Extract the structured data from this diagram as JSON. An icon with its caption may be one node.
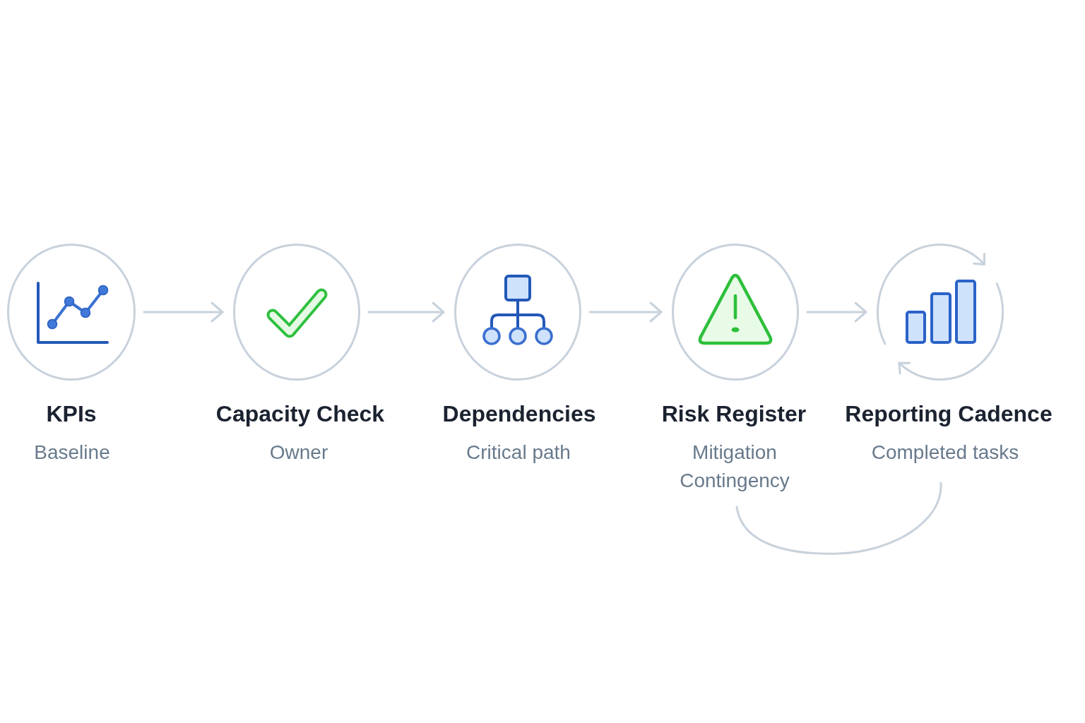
{
  "diagram": {
    "nodes": [
      {
        "text": [
          "KPIs",
          "Baseline"
        ]
      },
      {
        "text": [
          "Capacity Check",
          "Owner"
        ]
      },
      {
        "text": [
          "Dependencies",
          "Critical path"
        ]
      },
      {
        "text": [
          "Risk Register",
          "Mitigation Contingency"
        ]
      },
      {
        "text": [
          "Reporting Cadence",
          "Completed tasks"
        ]
      }
    ],
    "edges": [
      {
        "from": 0,
        "to": 1,
        "arrow": "to"
      },
      {
        "from": 1,
        "to": 2,
        "arrow": "to"
      },
      {
        "from": 2,
        "to": 3,
        "arrow": "to"
      },
      {
        "from": 3,
        "to": 4,
        "arrow": "to"
      },
      {
        "from": 3,
        "to": 4,
        "arrow": "none"
      }
    ]
  }
}
